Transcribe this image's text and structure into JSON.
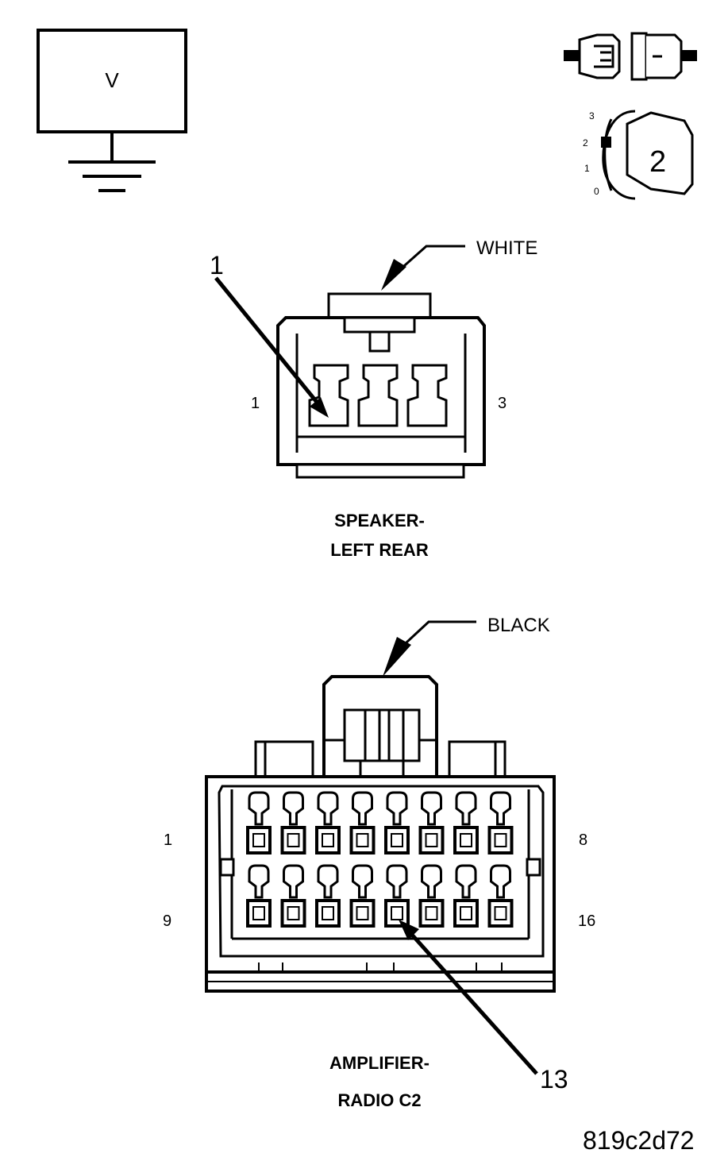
{
  "meter": {
    "symbol": "V"
  },
  "ignition": {
    "positions": [
      "3",
      "2",
      "1",
      "0"
    ],
    "selected": "2"
  },
  "speaker_connector": {
    "color": "WHITE",
    "pin_first": "1",
    "pin_last": "3",
    "callout": "1",
    "name_line1": "SPEAKER-",
    "name_line2": "LEFT REAR"
  },
  "amp_connector": {
    "color": "BLACK",
    "row1_first": "1",
    "row1_last": "8",
    "row2_first": "9",
    "row2_last": "16",
    "callout": "13",
    "name_line1": "AMPLIFIER-",
    "name_line2": "RADIO C2"
  },
  "figure_id": "819c2d72"
}
